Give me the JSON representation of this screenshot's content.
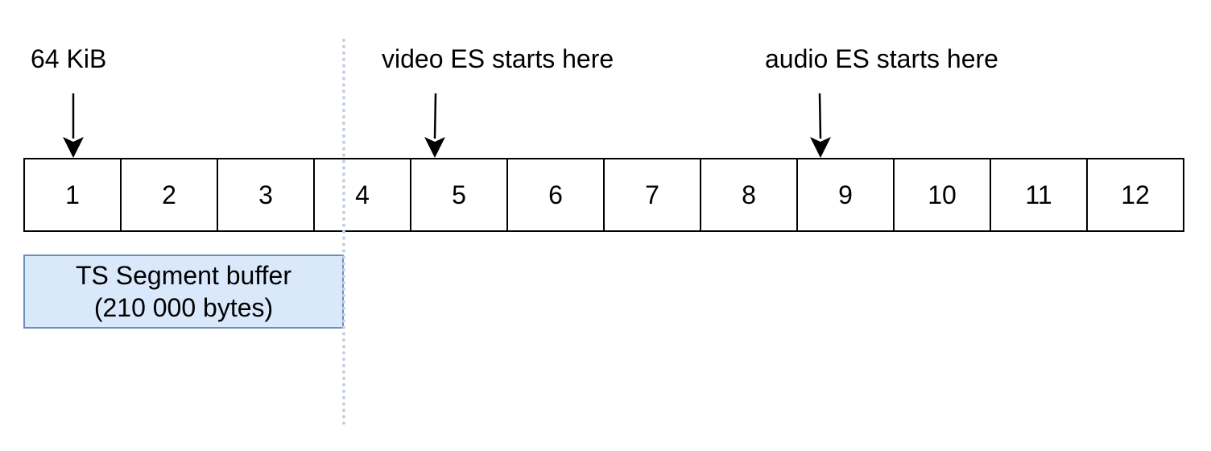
{
  "markers": {
    "kib_label": "64 KiB",
    "video_label": "video ES starts here",
    "audio_label": "audio ES starts here"
  },
  "blocks": [
    "1",
    "2",
    "3",
    "4",
    "5",
    "6",
    "7",
    "8",
    "9",
    "10",
    "11",
    "12"
  ],
  "buffer": {
    "line1": "TS Segment buffer",
    "line2": "(210 000 bytes)"
  },
  "colors": {
    "buffer_fill": "#dae8fc",
    "buffer_stroke": "#6c8ebf",
    "boundary_line": "#c3cfe0"
  }
}
